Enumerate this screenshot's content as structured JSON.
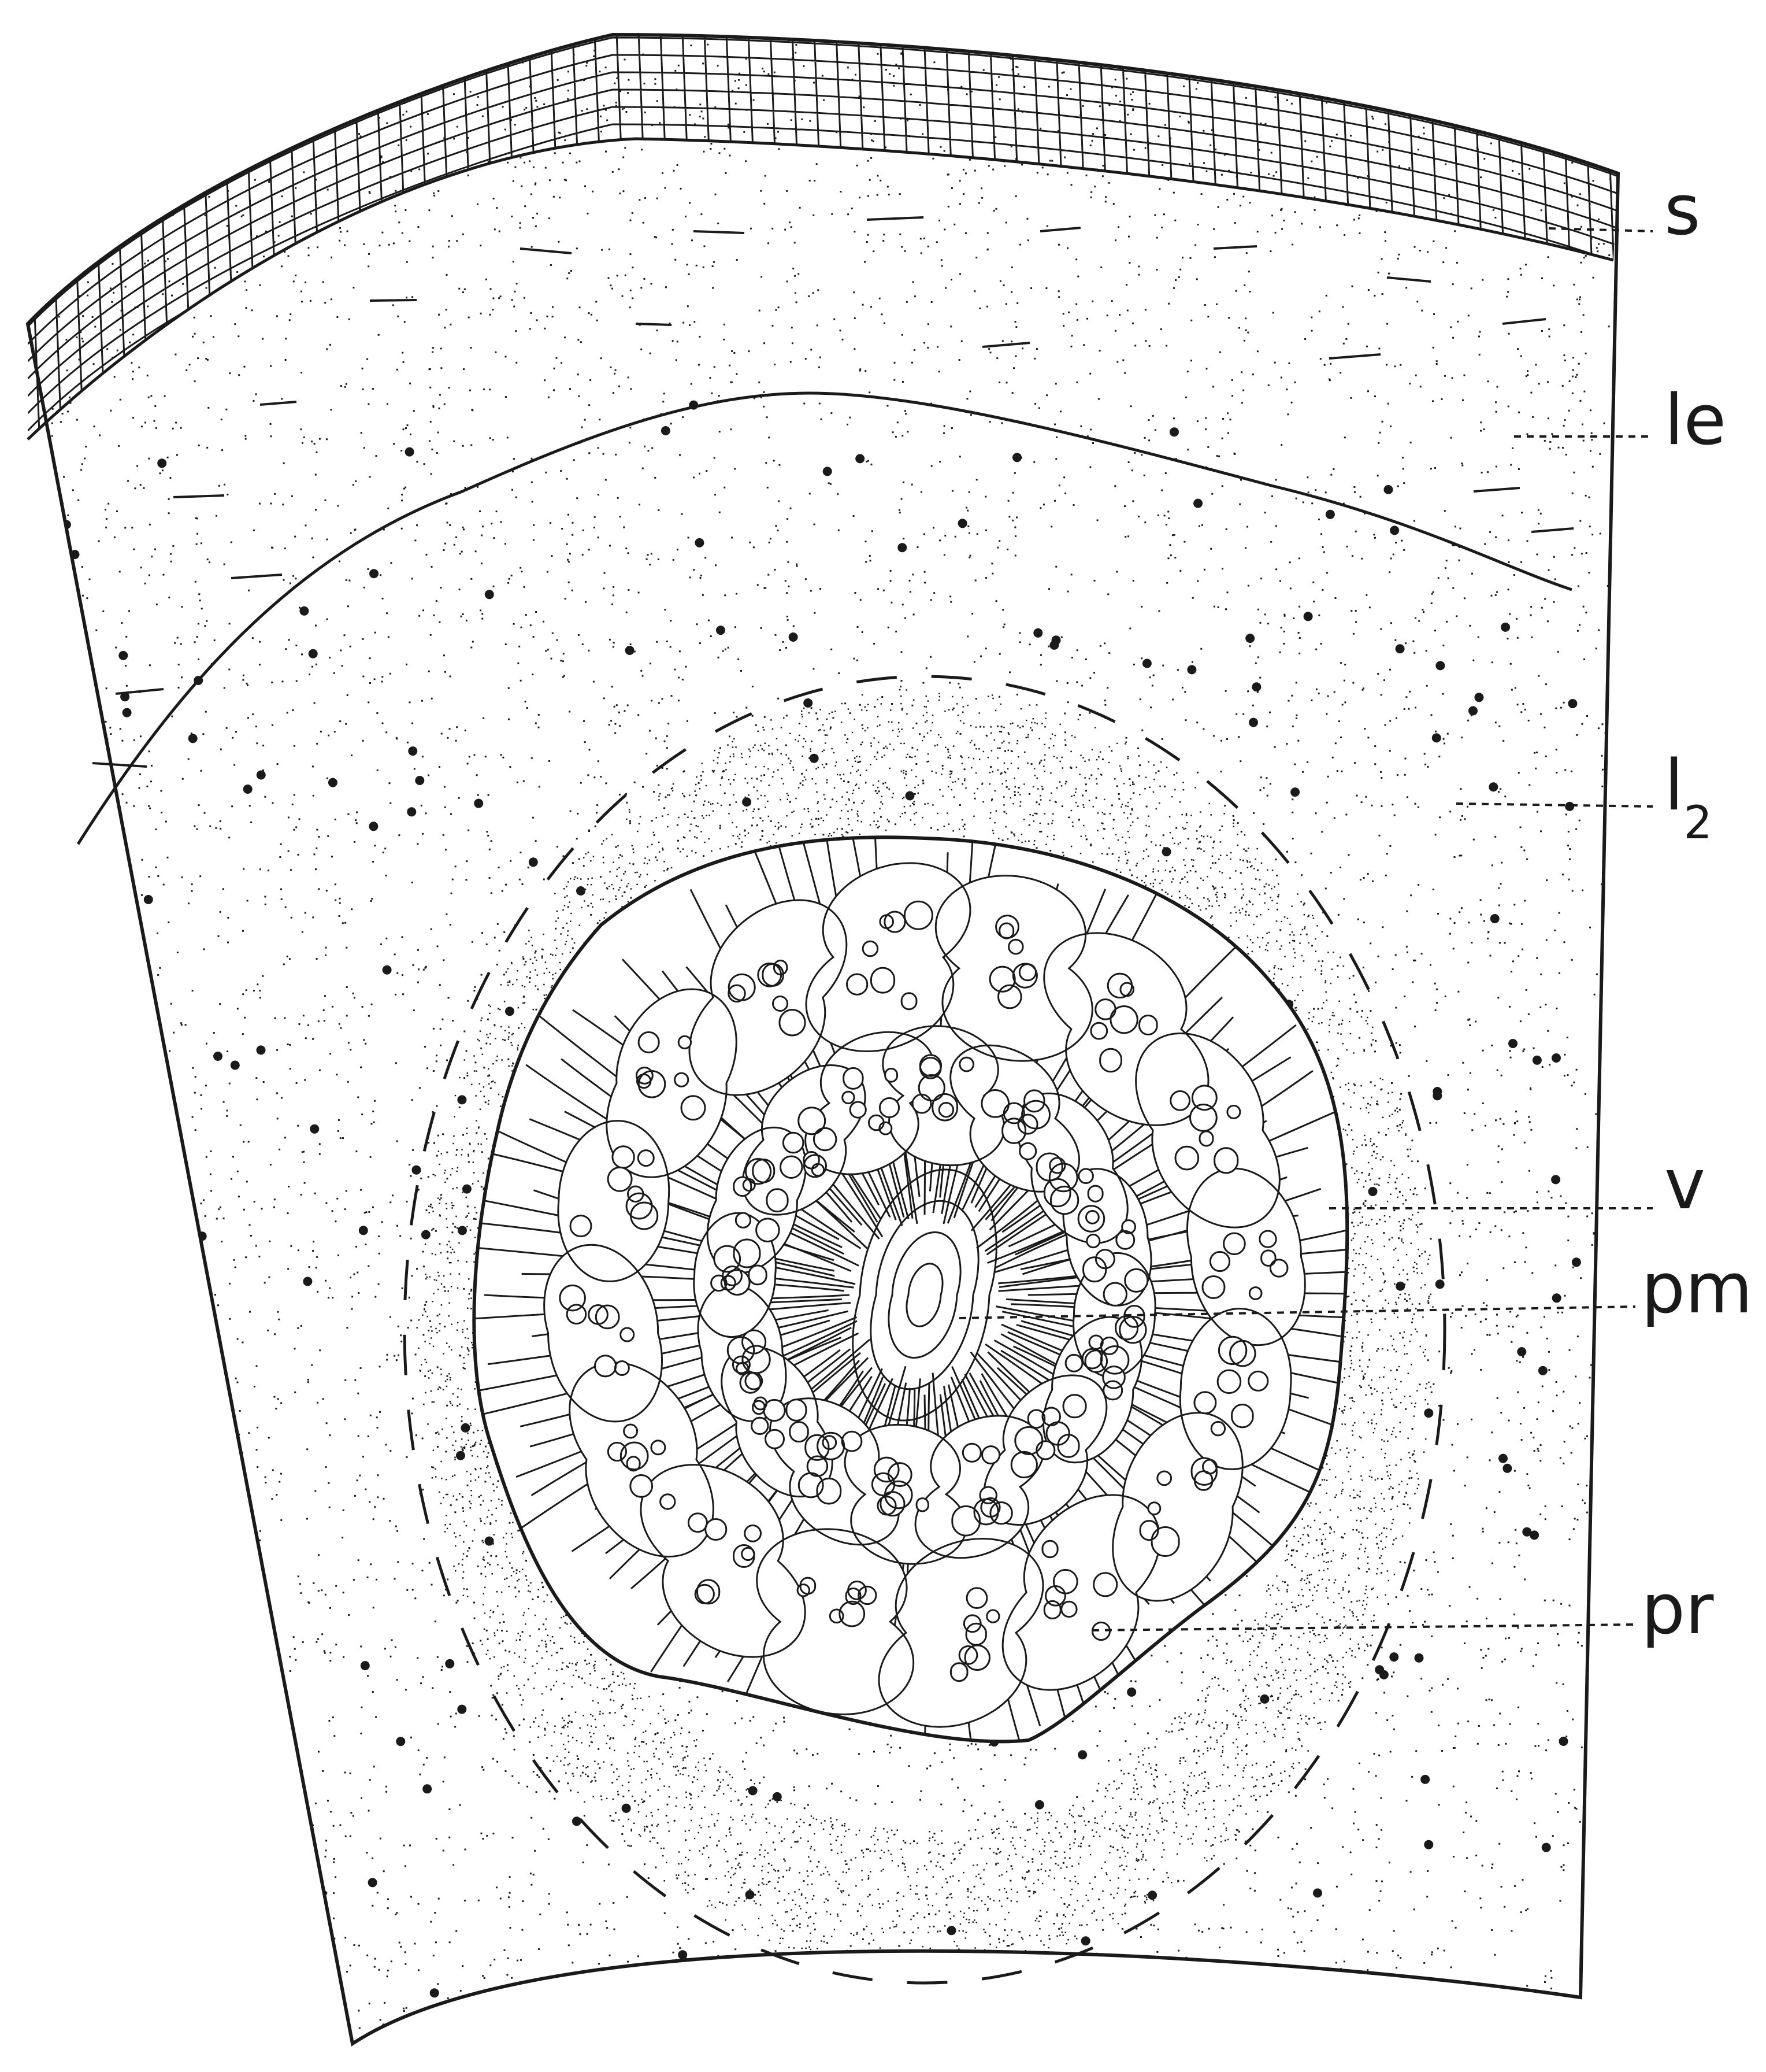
{
  "figure": {
    "ink_color": "#1a1a1a",
    "paper_color": "#ffffff",
    "labels": [
      {
        "id": "s",
        "text": "s"
      },
      {
        "id": "le",
        "text": "le"
      },
      {
        "id": "l2",
        "text": "l",
        "subscript": "2"
      },
      {
        "id": "v",
        "text": "v"
      },
      {
        "id": "pm",
        "text": "pm"
      },
      {
        "id": "pr",
        "text": "pr"
      }
    ]
  }
}
